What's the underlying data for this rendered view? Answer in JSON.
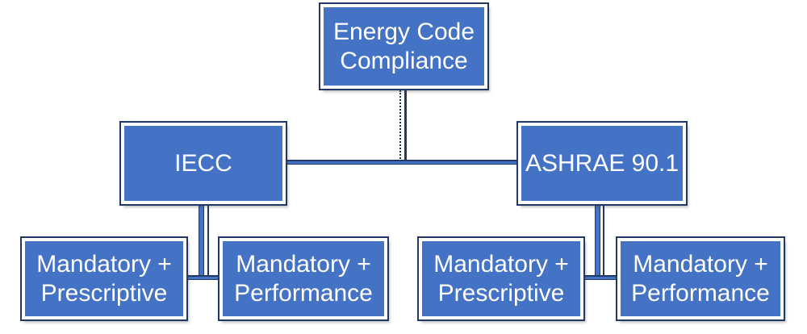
{
  "diagram": {
    "type": "org-chart",
    "title": "Energy Code Compliance hierarchy",
    "background": "#FFFFFF",
    "colors": {
      "box_fill": "#4472C4",
      "box_outline": "#1F3864",
      "box_inner_border": "#FFFFFF",
      "connector_fill": "#4472C4",
      "connector_outline": "#1F3864",
      "text": "#FFFFFF"
    },
    "nodes": {
      "root": {
        "label": "Energy Code Compliance",
        "level": 1
      },
      "iecc": {
        "label": "IECC",
        "level": 2,
        "parent": "root"
      },
      "ashrae": {
        "label": "ASHRAE 90.1",
        "level": 2,
        "parent": "root"
      },
      "iecc_prescriptive": {
        "label": "Mandatory + Prescriptive",
        "level": 3,
        "parent": "iecc"
      },
      "iecc_performance": {
        "label": "Mandatory + Performance",
        "level": 3,
        "parent": "iecc"
      },
      "ashrae_prescriptive": {
        "label": "Mandatory + Prescriptive",
        "level": 3,
        "parent": "ashrae"
      },
      "ashrae_performance": {
        "label": "Mandatory + Performance",
        "level": 3,
        "parent": "ashrae"
      }
    }
  }
}
